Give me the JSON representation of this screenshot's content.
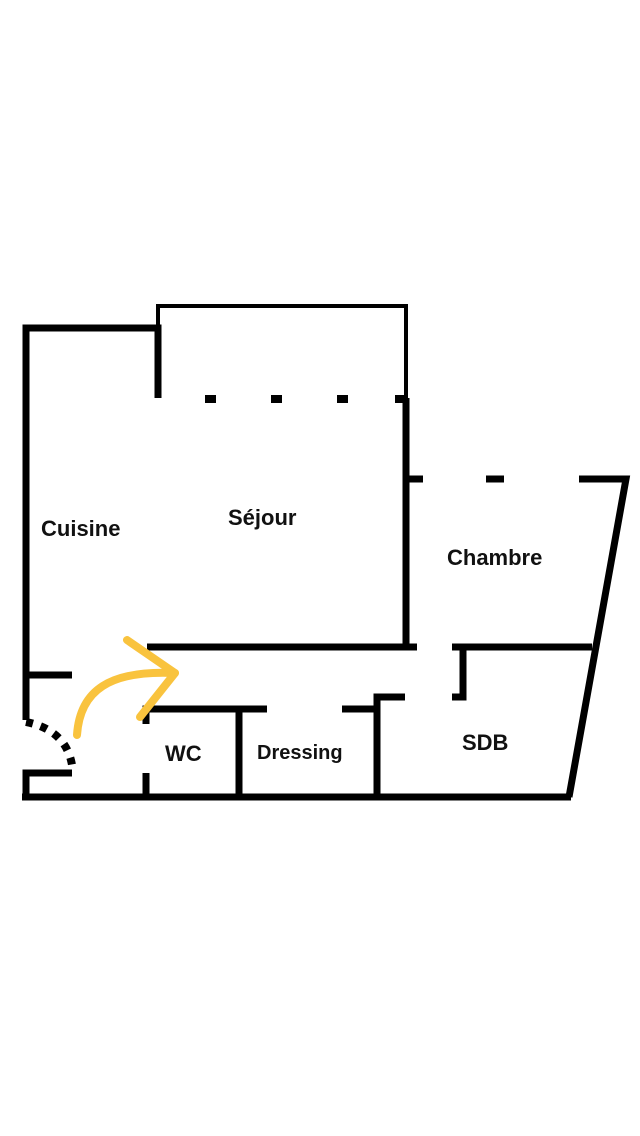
{
  "plan": {
    "rooms": {
      "cuisine": "Cuisine",
      "sejour": "Séjour",
      "chambre": "Chambre",
      "wc": "WC",
      "dressing": "Dressing",
      "sdb": "SDB"
    },
    "colors": {
      "wall": "#000000",
      "arrow": "#F9C33E"
    }
  }
}
